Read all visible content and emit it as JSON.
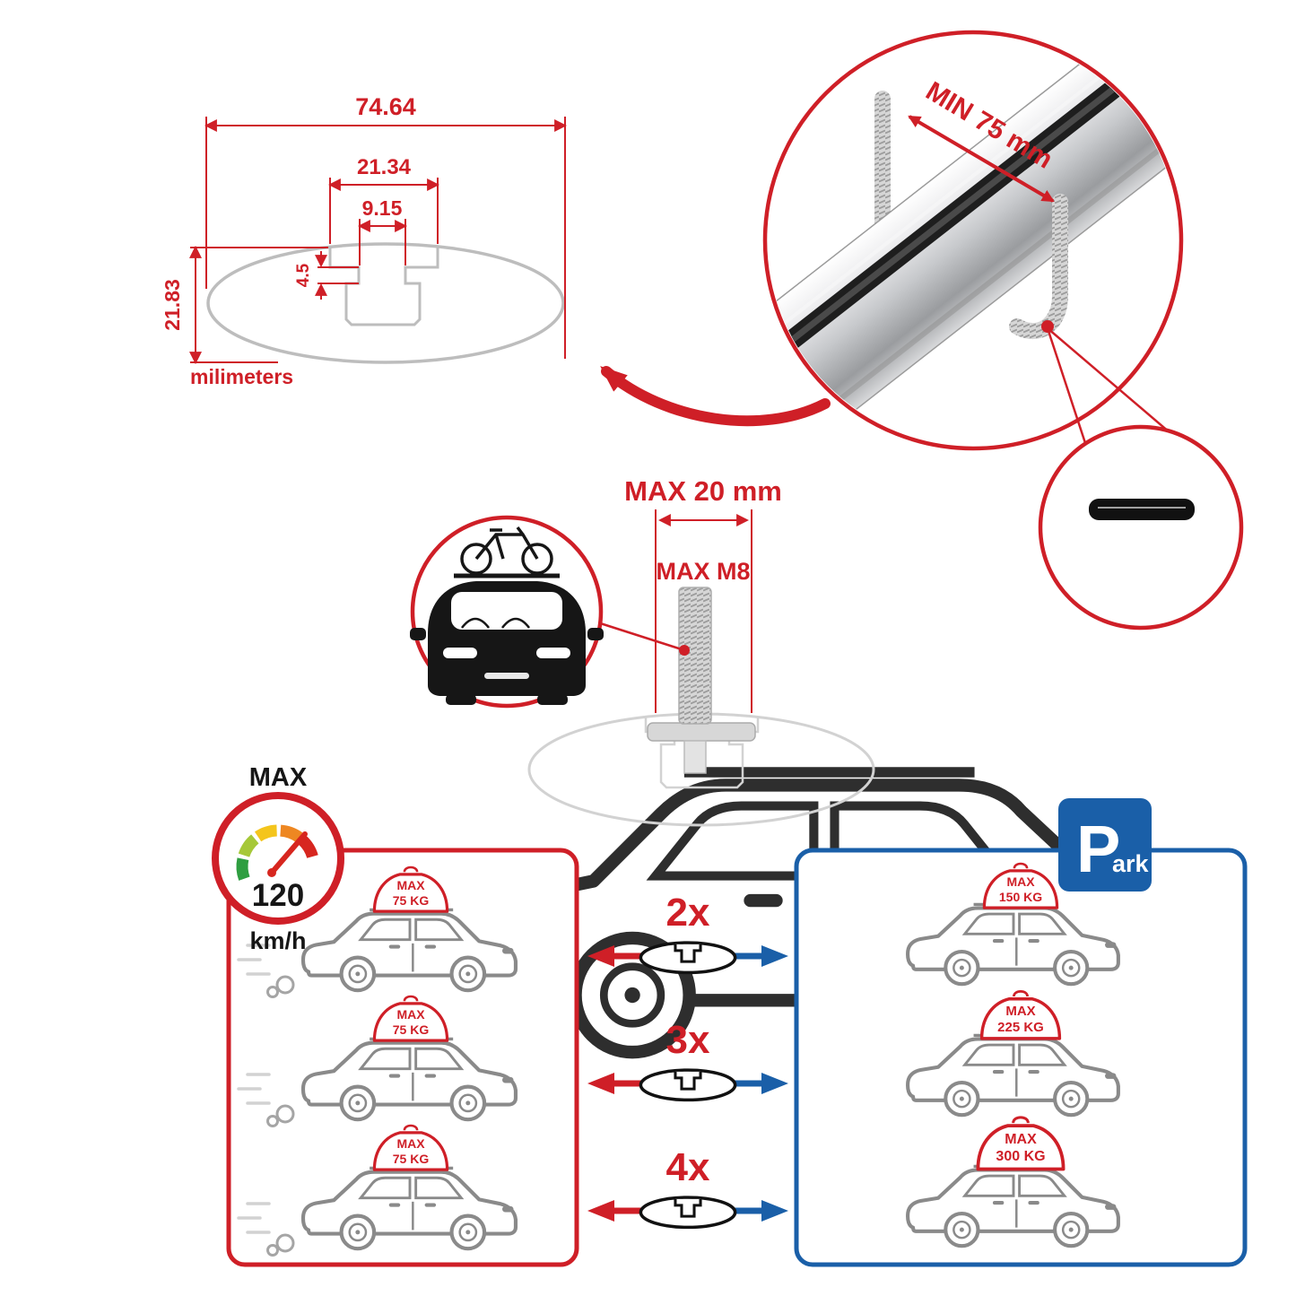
{
  "colors": {
    "accent_red": "#cf1f27",
    "accent_blue": "#1a5fa8",
    "outline_gray": "#8a8a8a",
    "text_black": "#161616",
    "aluminum": "#c7c9cc"
  },
  "profile_dimensions": {
    "total_width": "74.64",
    "channel_width": "21.34",
    "opening_width": "9.15",
    "lip_depth": "4.5",
    "total_height": "21.83",
    "units_label": "milimeters"
  },
  "bar_detail": {
    "min_clearance_label": "MIN 75 mm"
  },
  "stud_detail": {
    "max_width_label": "MAX 20 mm",
    "max_thread_label": "MAX M8"
  },
  "speedometer": {
    "label": "MAX",
    "value": "120",
    "units": "km/h"
  },
  "parking_sign": {
    "letter": "P",
    "suffix": "ark"
  },
  "driving_panel": {
    "cars": [
      {
        "limit_label": "MAX",
        "load_label": "75 KG"
      },
      {
        "limit_label": "MAX",
        "load_label": "75 KG"
      },
      {
        "limit_label": "MAX",
        "load_label": "75 KG"
      }
    ]
  },
  "parked_panel": {
    "cars": [
      {
        "limit_label": "MAX",
        "load_label": "150 KG"
      },
      {
        "limit_label": "MAX",
        "load_label": "225 KG"
      },
      {
        "limit_label": "MAX",
        "load_label": "300 KG"
      }
    ]
  },
  "bar_counts": [
    {
      "label": "2x"
    },
    {
      "label": "3x"
    },
    {
      "label": "4x"
    }
  ]
}
